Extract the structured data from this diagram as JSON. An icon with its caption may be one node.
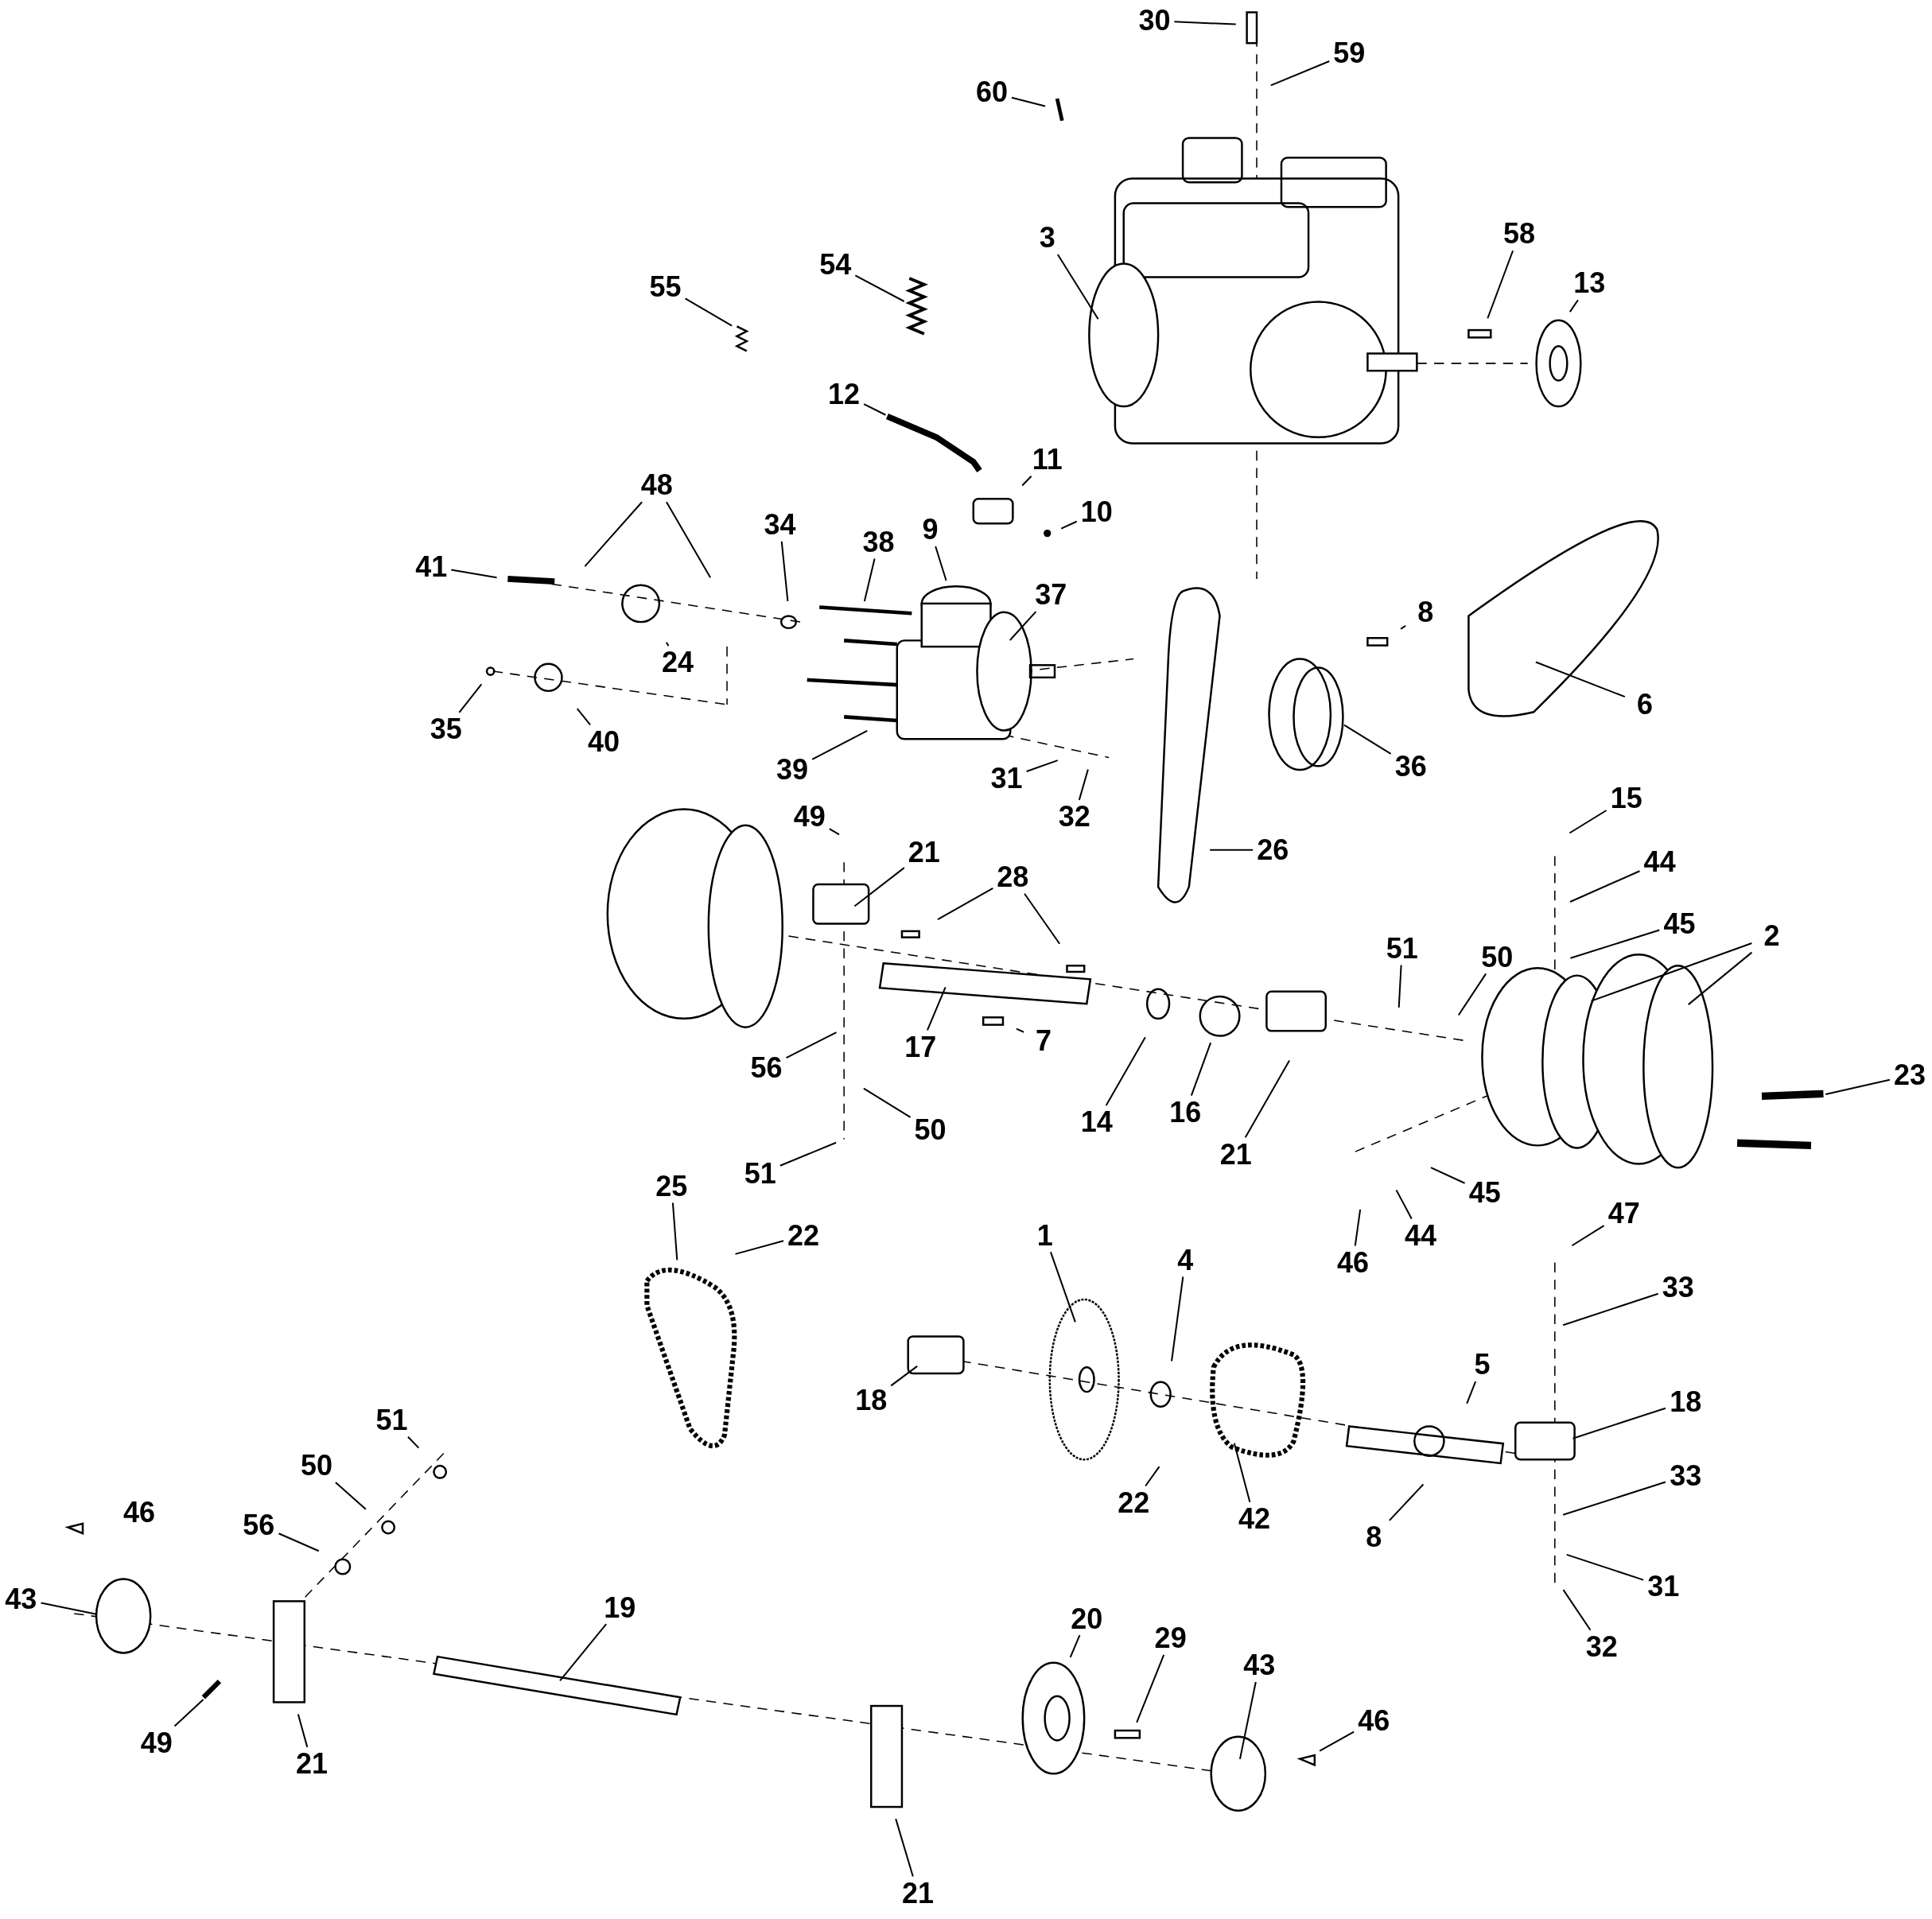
{
  "diagram": {
    "nodes": [
      {
        "text": [
          "30"
        ]
      },
      {
        "text": [
          "59"
        ]
      },
      {
        "text": [
          "60"
        ]
      },
      {
        "text": [
          "3"
        ]
      },
      {
        "text": [
          "58"
        ]
      },
      {
        "text": [
          "13"
        ]
      },
      {
        "text": [
          "55"
        ]
      },
      {
        "text": [
          "54"
        ]
      },
      {
        "text": [
          "12"
        ]
      },
      {
        "text": [
          "11"
        ]
      },
      {
        "text": [
          "10"
        ]
      },
      {
        "text": [
          "48"
        ]
      },
      {
        "text": [
          "34"
        ]
      },
      {
        "text": [
          "9"
        ]
      },
      {
        "text": [
          "38"
        ]
      },
      {
        "text": [
          "41"
        ]
      },
      {
        "text": [
          "37"
        ]
      },
      {
        "text": [
          "24"
        ]
      },
      {
        "text": [
          "8"
        ]
      },
      {
        "text": [
          "6"
        ]
      },
      {
        "text": [
          "35"
        ]
      },
      {
        "text": [
          "40"
        ]
      },
      {
        "text": [
          "36"
        ]
      },
      {
        "text": [
          "39"
        ]
      },
      {
        "text": [
          "31"
        ]
      },
      {
        "text": [
          "32"
        ]
      },
      {
        "text": [
          "49"
        ]
      },
      {
        "text": [
          "15"
        ]
      },
      {
        "text": [
          "26"
        ]
      },
      {
        "text": [
          "21"
        ]
      },
      {
        "text": [
          "28"
        ]
      },
      {
        "text": [
          "44"
        ]
      },
      {
        "text": [
          "45"
        ]
      },
      {
        "text": [
          "51"
        ]
      },
      {
        "text": [
          "50"
        ]
      },
      {
        "text": [
          "2"
        ]
      },
      {
        "text": [
          "56"
        ]
      },
      {
        "text": [
          "17"
        ]
      },
      {
        "text": [
          "7"
        ]
      },
      {
        "text": [
          "14"
        ]
      },
      {
        "text": [
          "16"
        ]
      },
      {
        "text": [
          "21"
        ]
      },
      {
        "text": [
          "23"
        ]
      },
      {
        "text": [
          "50"
        ]
      },
      {
        "text": [
          "51"
        ]
      },
      {
        "text": [
          "45"
        ]
      },
      {
        "text": [
          "25"
        ]
      },
      {
        "text": [
          "22"
        ]
      },
      {
        "text": [
          "1"
        ]
      },
      {
        "text": [
          "4"
        ]
      },
      {
        "text": [
          "47"
        ]
      },
      {
        "text": [
          "46"
        ]
      },
      {
        "text": [
          "44"
        ]
      },
      {
        "text": [
          "33"
        ]
      },
      {
        "text": [
          "5"
        ]
      },
      {
        "text": [
          "18"
        ]
      },
      {
        "text": [
          "18"
        ]
      },
      {
        "text": [
          "22"
        ]
      },
      {
        "text": [
          "42"
        ]
      },
      {
        "text": [
          "8"
        ]
      },
      {
        "text": [
          "33"
        ]
      },
      {
        "text": [
          "31"
        ]
      },
      {
        "text": [
          "51"
        ]
      },
      {
        "text": [
          "50"
        ]
      },
      {
        "text": [
          "56"
        ]
      },
      {
        "text": [
          "32"
        ]
      },
      {
        "text": [
          "43"
        ]
      },
      {
        "text": [
          "19"
        ]
      },
      {
        "text": [
          "20"
        ]
      },
      {
        "text": [
          "29"
        ]
      },
      {
        "text": [
          "43"
        ]
      },
      {
        "text": [
          "49"
        ]
      },
      {
        "text": [
          "21"
        ]
      },
      {
        "text": [
          "46"
        ]
      },
      {
        "text": [
          "21"
        ]
      }
    ],
    "edges": [
      {
        "from": 0,
        "to": null,
        "arrow": "none"
      },
      {
        "from": 1,
        "to": null,
        "arrow": "none"
      },
      {
        "from": 2,
        "to": null,
        "arrow": "none"
      },
      {
        "from": 3,
        "to": null,
        "arrow": "none"
      },
      {
        "from": 4,
        "to": null,
        "arrow": "none"
      },
      {
        "from": 5,
        "to": null,
        "arrow": "none"
      },
      {
        "from": 6,
        "to": null,
        "arrow": "none"
      },
      {
        "from": 7,
        "to": null,
        "arrow": "none"
      },
      {
        "from": 8,
        "to": null,
        "arrow": "none"
      },
      {
        "from": 9,
        "to": null,
        "arrow": "none"
      },
      {
        "from": 10,
        "to": null,
        "arrow": "none"
      },
      {
        "from": 11,
        "to": null,
        "arrow": "none"
      },
      {
        "from": 11,
        "to": null,
        "arrow": "none"
      },
      {
        "from": 12,
        "to": null,
        "arrow": "none"
      },
      {
        "from": 13,
        "to": null,
        "arrow": "none"
      },
      {
        "from": 14,
        "to": null,
        "arrow": "none"
      },
      {
        "from": 15,
        "to": null,
        "arrow": "none"
      },
      {
        "from": 16,
        "to": null,
        "arrow": "none"
      },
      {
        "from": 17,
        "to": null,
        "arrow": "none"
      },
      {
        "from": 18,
        "to": null,
        "arrow": "none"
      },
      {
        "from": 19,
        "to": null,
        "arrow": "none"
      },
      {
        "from": 20,
        "to": null,
        "arrow": "none"
      },
      {
        "from": 21,
        "to": null,
        "arrow": "none"
      },
      {
        "from": 22,
        "to": null,
        "arrow": "none"
      },
      {
        "from": 23,
        "to": null,
        "arrow": "none"
      },
      {
        "from": 24,
        "to": null,
        "arrow": "none"
      },
      {
        "from": 25,
        "to": null,
        "arrow": "none"
      },
      {
        "from": 26,
        "to": null,
        "arrow": "none"
      },
      {
        "from": 27,
        "to": null,
        "arrow": "none"
      },
      {
        "from": 28,
        "to": null,
        "arrow": "none"
      },
      {
        "from": 29,
        "to": null,
        "arrow": "none"
      },
      {
        "from": 30,
        "to": null,
        "arrow": "none"
      },
      {
        "from": 30,
        "to": null,
        "arrow": "none"
      },
      {
        "from": 31,
        "to": null,
        "arrow": "none"
      },
      {
        "from": 32,
        "to": null,
        "arrow": "none"
      },
      {
        "from": 33,
        "to": null,
        "arrow": "none"
      },
      {
        "from": 34,
        "to": null,
        "arrow": "none"
      },
      {
        "from": 35,
        "to": null,
        "arrow": "none"
      },
      {
        "from": 35,
        "to": null,
        "arrow": "none"
      },
      {
        "from": 36,
        "to": null,
        "arrow": "none"
      },
      {
        "from": 37,
        "to": null,
        "arrow": "none"
      },
      {
        "from": 38,
        "to": null,
        "arrow": "none"
      },
      {
        "from": 39,
        "to": null,
        "arrow": "none"
      },
      {
        "from": 40,
        "to": null,
        "arrow": "none"
      },
      {
        "from": 41,
        "to": null,
        "arrow": "none"
      },
      {
        "from": 42,
        "to": null,
        "arrow": "none"
      },
      {
        "from": 43,
        "to": null,
        "arrow": "none"
      },
      {
        "from": 44,
        "to": null,
        "arrow": "none"
      },
      {
        "from": 45,
        "to": null,
        "arrow": "none"
      },
      {
        "from": 46,
        "to": null,
        "arrow": "none"
      },
      {
        "from": 47,
        "to": null,
        "arrow": "none"
      },
      {
        "from": 48,
        "to": null,
        "arrow": "none"
      },
      {
        "from": 49,
        "to": null,
        "arrow": "none"
      },
      {
        "from": 50,
        "to": null,
        "arrow": "none"
      },
      {
        "from": 51,
        "to": null,
        "arrow": "none"
      },
      {
        "from": 52,
        "to": null,
        "arrow": "none"
      },
      {
        "from": 53,
        "to": null,
        "arrow": "none"
      },
      {
        "from": 54,
        "to": null,
        "arrow": "none"
      },
      {
        "from": 55,
        "to": null,
        "arrow": "none"
      },
      {
        "from": 56,
        "to": null,
        "arrow": "none"
      },
      {
        "from": 57,
        "to": null,
        "arrow": "none"
      },
      {
        "from": 58,
        "to": null,
        "arrow": "none"
      },
      {
        "from": 59,
        "to": null,
        "arrow": "none"
      },
      {
        "from": 60,
        "to": null,
        "arrow": "none"
      },
      {
        "from": 61,
        "to": null,
        "arrow": "none"
      },
      {
        "from": 62,
        "to": null,
        "arrow": "none"
      },
      {
        "from": 63,
        "to": null,
        "arrow": "none"
      },
      {
        "from": 64,
        "to": null,
        "arrow": "none"
      },
      {
        "from": 65,
        "to": null,
        "arrow": "none"
      },
      {
        "from": 66,
        "to": null,
        "arrow": "none"
      },
      {
        "from": 67,
        "to": null,
        "arrow": "none"
      },
      {
        "from": 68,
        "to": null,
        "arrow": "none"
      },
      {
        "from": 69,
        "to": null,
        "arrow": "none"
      },
      {
        "from": 70,
        "to": null,
        "arrow": "none"
      },
      {
        "from": 71,
        "to": null,
        "arrow": "none"
      },
      {
        "from": 72,
        "to": null,
        "arrow": "none"
      },
      {
        "from": 73,
        "to": null,
        "arrow": "none"
      },
      {
        "from": 74,
        "to": null,
        "arrow": "none"
      }
    ],
    "labels": [
      "46"
    ]
  }
}
